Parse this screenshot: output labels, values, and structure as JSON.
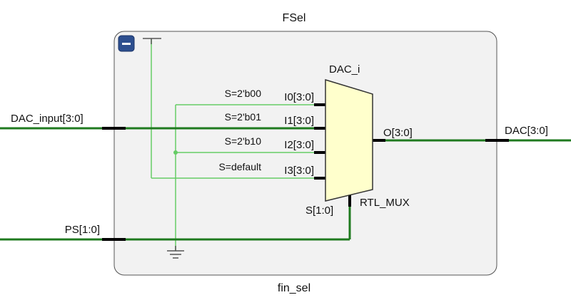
{
  "module": {
    "title": "FSel",
    "instance": "fin_sel",
    "collapse_symbol": "−"
  },
  "ports": {
    "input_dac": "DAC_input[3:0]",
    "input_ps": "PS[1:0]",
    "output_dac": "DAC[3:0]"
  },
  "mux": {
    "name": "DAC_i",
    "type": "RTL_MUX",
    "output_pin": "O[3:0]",
    "select_pin": "S[1:0]",
    "inputs": [
      {
        "pin": "I0[3:0]",
        "condition": "S=2'b00"
      },
      {
        "pin": "I1[3:0]",
        "condition": "S=2'b01"
      },
      {
        "pin": "I2[3:0]",
        "condition": "S=2'b10"
      },
      {
        "pin": "I3[3:0]",
        "condition": "S=default"
      }
    ]
  },
  "colors": {
    "bus": "#1f7a1f",
    "net": "#66cc66",
    "mux_fill": "#ffffcc",
    "module_fill": "#f2f2f2",
    "collapse_button": "#2d4f8f"
  }
}
